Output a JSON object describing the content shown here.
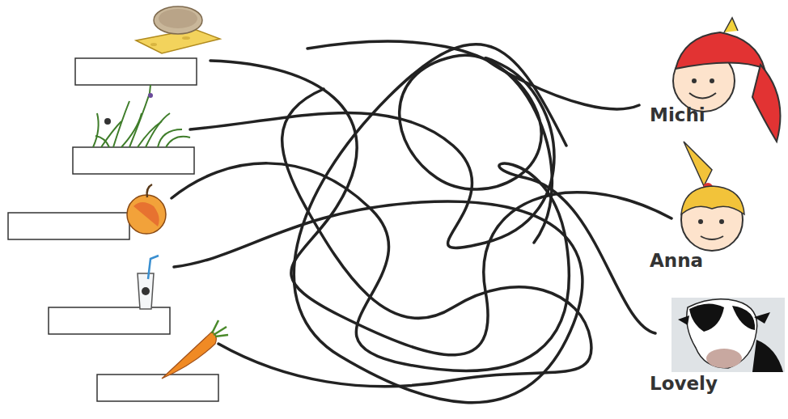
{
  "diagram": {
    "labels": [
      "Michi",
      "Anna",
      "Lovely"
    ]
  }
}
